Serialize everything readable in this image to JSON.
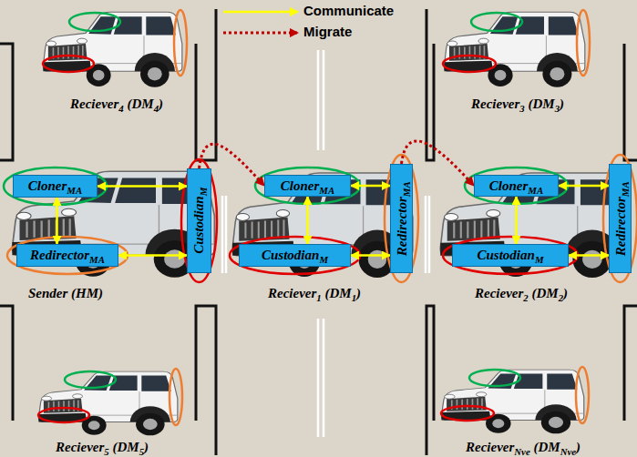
{
  "diagram": {
    "nodes": [
      {
        "text": [
          "Reciever4 (DM4)"
        ]
      },
      {
        "text": [
          "Reciever3 (DM3)"
        ]
      },
      {
        "text": [
          "Sender (HM)"
        ]
      },
      {
        "text": [
          "ClonerMA"
        ],
        "in": 2
      },
      {
        "text": [
          "CustodianM"
        ],
        "in": 2
      },
      {
        "text": [
          "RedirectorMA"
        ],
        "in": 2
      },
      {
        "text": [
          "Reciever1 (DM1)"
        ]
      },
      {
        "text": [
          "ClonerMA"
        ],
        "in": 6
      },
      {
        "text": [
          "RedirectorMA"
        ],
        "in": 6
      },
      {
        "text": [
          "CustodianM"
        ],
        "in": 6
      },
      {
        "text": [
          "Reciever2 (DM2)"
        ]
      },
      {
        "text": [
          "ClonerMA"
        ],
        "in": 10
      },
      {
        "text": [
          "RedirectorMA"
        ],
        "in": 10
      },
      {
        "text": [
          "CustodianM"
        ],
        "in": 10
      },
      {
        "text": [
          "Reciever5 (DM5)"
        ]
      },
      {
        "text": [
          "RecieverNve (DMNve)"
        ]
      }
    ],
    "edges": [
      {
        "from": 3,
        "to": 4,
        "arrow": "both"
      },
      {
        "from": 3,
        "to": 5,
        "arrow": "both"
      },
      {
        "from": 5,
        "to": 4,
        "arrow": "both"
      },
      {
        "from": 7,
        "to": 8,
        "arrow": "both"
      },
      {
        "from": 7,
        "to": 9,
        "arrow": "both"
      },
      {
        "from": 9,
        "to": 8,
        "arrow": "both"
      },
      {
        "from": 11,
        "to": 12,
        "arrow": "both"
      },
      {
        "from": 11,
        "to": 13,
        "arrow": "both"
      },
      {
        "from": 13,
        "to": 12,
        "arrow": "both"
      },
      {
        "from": 4,
        "to": 7,
        "arrow": "to"
      },
      {
        "from": 8,
        "to": 11,
        "arrow": "to"
      }
    ],
    "legend": [
      {
        "text": "Communicate"
      },
      {
        "text": "Migrate"
      }
    ]
  }
}
